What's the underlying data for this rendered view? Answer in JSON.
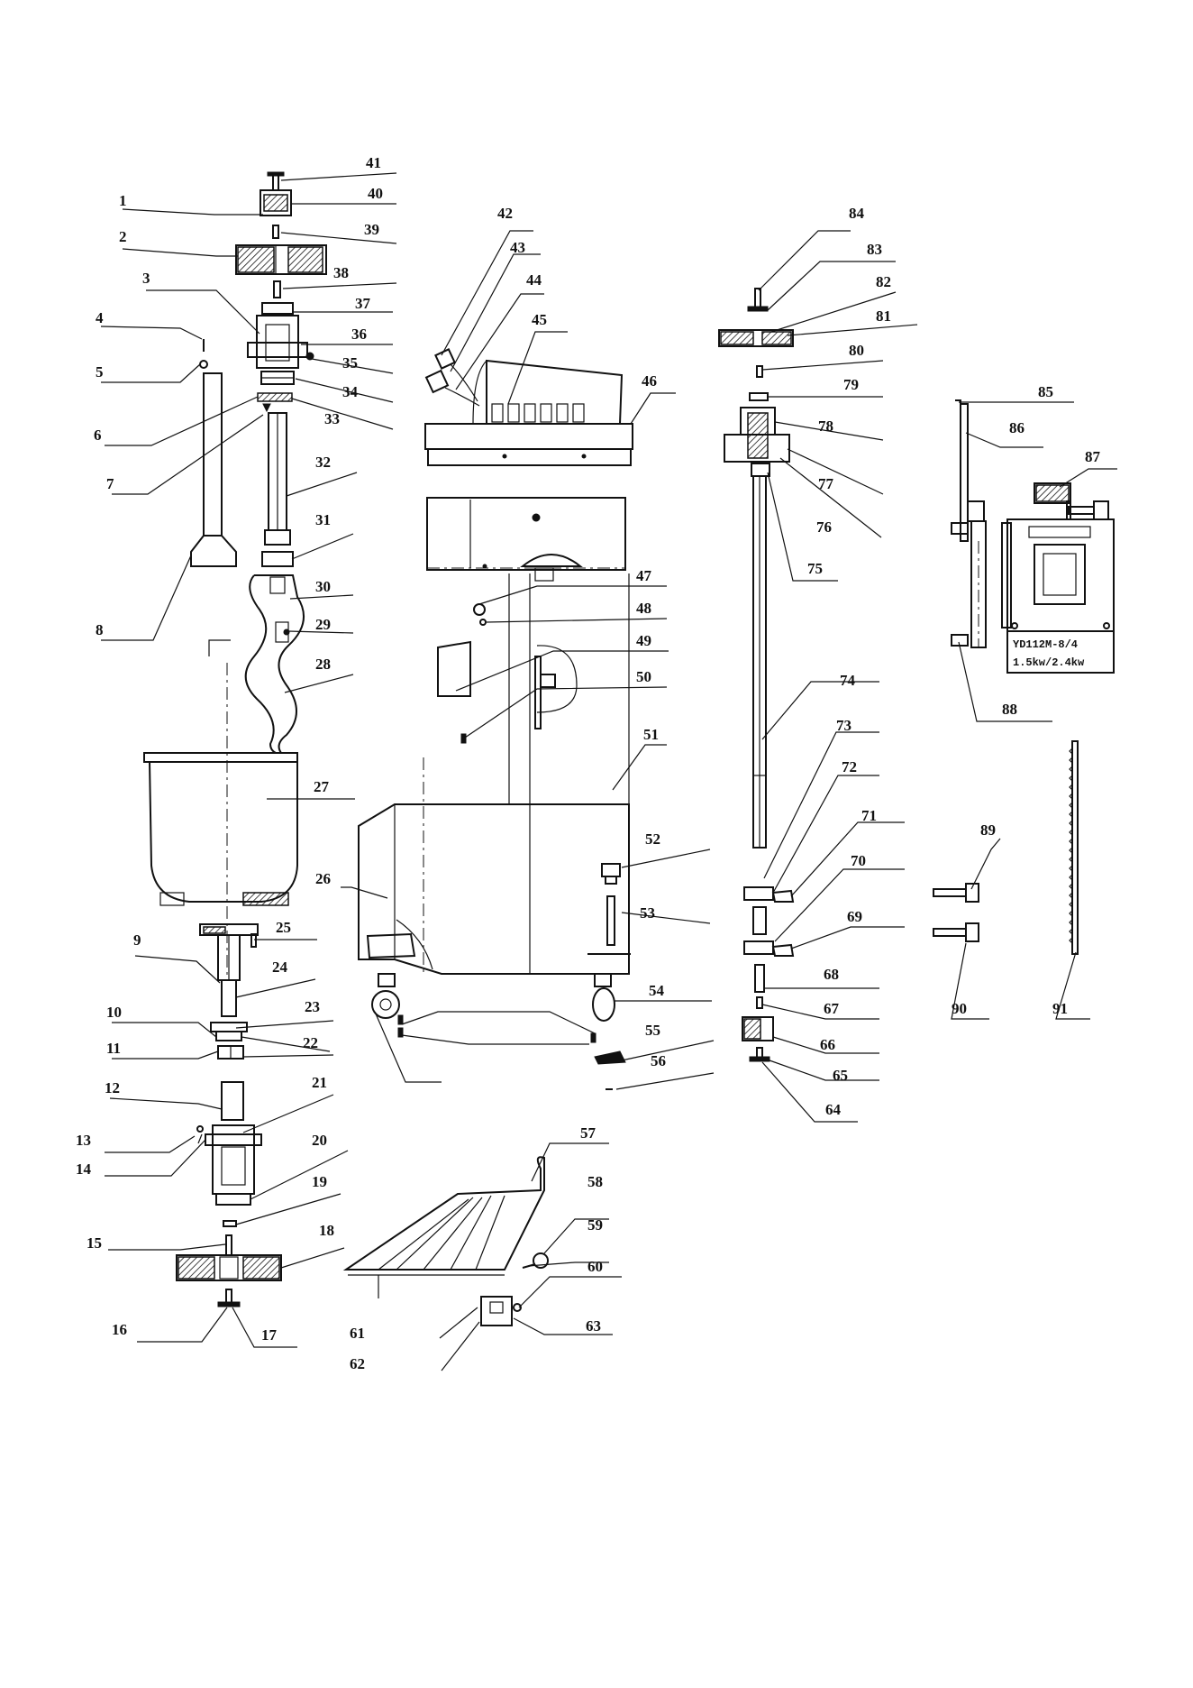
{
  "motor_plate": {
    "line1": "YD112M-8/4",
    "line2": "1.5kw/2.4kw"
  },
  "part_labels": [
    {
      "id": "1",
      "text": "1"
    },
    {
      "id": "2",
      "text": "2"
    },
    {
      "id": "3",
      "text": "3"
    },
    {
      "id": "4",
      "text": "4"
    },
    {
      "id": "5",
      "text": "5"
    },
    {
      "id": "6",
      "text": "6"
    },
    {
      "id": "7",
      "text": "7"
    },
    {
      "id": "8",
      "text": "8"
    },
    {
      "id": "9",
      "text": "9"
    },
    {
      "id": "10",
      "text": "10"
    },
    {
      "id": "11",
      "text": "11"
    },
    {
      "id": "12",
      "text": "12"
    },
    {
      "id": "13",
      "text": "13"
    },
    {
      "id": "14",
      "text": "14"
    },
    {
      "id": "15",
      "text": "15"
    },
    {
      "id": "16",
      "text": "16"
    },
    {
      "id": "17",
      "text": "17"
    },
    {
      "id": "18",
      "text": "18"
    },
    {
      "id": "19",
      "text": "19"
    },
    {
      "id": "20",
      "text": "20"
    },
    {
      "id": "21",
      "text": "21"
    },
    {
      "id": "22",
      "text": "22"
    },
    {
      "id": "23",
      "text": "23"
    },
    {
      "id": "24",
      "text": "24"
    },
    {
      "id": "25",
      "text": "25"
    },
    {
      "id": "26",
      "text": "26"
    },
    {
      "id": "27",
      "text": "27"
    },
    {
      "id": "28",
      "text": "28"
    },
    {
      "id": "29",
      "text": "29"
    },
    {
      "id": "30",
      "text": "30"
    },
    {
      "id": "31",
      "text": "31"
    },
    {
      "id": "32",
      "text": "32"
    },
    {
      "id": "33",
      "text": "33"
    },
    {
      "id": "34",
      "text": "34"
    },
    {
      "id": "35",
      "text": "35"
    },
    {
      "id": "36",
      "text": "36"
    },
    {
      "id": "37",
      "text": "37"
    },
    {
      "id": "38",
      "text": "38"
    },
    {
      "id": "39",
      "text": "39"
    },
    {
      "id": "40",
      "text": "40"
    },
    {
      "id": "41",
      "text": "41"
    },
    {
      "id": "42",
      "text": "42"
    },
    {
      "id": "43",
      "text": "43"
    },
    {
      "id": "44",
      "text": "44"
    },
    {
      "id": "45",
      "text": "45"
    },
    {
      "id": "46",
      "text": "46"
    },
    {
      "id": "47",
      "text": "47"
    },
    {
      "id": "48",
      "text": "48"
    },
    {
      "id": "49",
      "text": "49"
    },
    {
      "id": "50",
      "text": "50"
    },
    {
      "id": "51",
      "text": "51"
    },
    {
      "id": "52",
      "text": "52"
    },
    {
      "id": "53",
      "text": "53"
    },
    {
      "id": "54",
      "text": "54"
    },
    {
      "id": "55",
      "text": "55"
    },
    {
      "id": "56",
      "text": "56"
    },
    {
      "id": "57",
      "text": "57"
    },
    {
      "id": "58",
      "text": "58"
    },
    {
      "id": "59",
      "text": "59"
    },
    {
      "id": "60",
      "text": "60"
    },
    {
      "id": "61",
      "text": "61"
    },
    {
      "id": "62",
      "text": "62"
    },
    {
      "id": "63",
      "text": "63"
    },
    {
      "id": "64",
      "text": "64"
    },
    {
      "id": "65",
      "text": "65"
    },
    {
      "id": "66",
      "text": "66"
    },
    {
      "id": "67",
      "text": "67"
    },
    {
      "id": "68",
      "text": "68"
    },
    {
      "id": "69",
      "text": "69"
    },
    {
      "id": "70",
      "text": "70"
    },
    {
      "id": "71",
      "text": "71"
    },
    {
      "id": "72",
      "text": "72"
    },
    {
      "id": "73",
      "text": "73"
    },
    {
      "id": "74",
      "text": "74"
    },
    {
      "id": "75",
      "text": "75"
    },
    {
      "id": "76",
      "text": "76"
    },
    {
      "id": "77",
      "text": "77"
    },
    {
      "id": "78",
      "text": "78"
    },
    {
      "id": "79",
      "text": "79"
    },
    {
      "id": "80",
      "text": "80"
    },
    {
      "id": "81",
      "text": "81"
    },
    {
      "id": "82",
      "text": "82"
    },
    {
      "id": "83",
      "text": "83"
    },
    {
      "id": "84",
      "text": "84"
    },
    {
      "id": "85",
      "text": "85"
    },
    {
      "id": "86",
      "text": "86"
    },
    {
      "id": "87",
      "text": "87"
    },
    {
      "id": "88",
      "text": "88"
    },
    {
      "id": "89",
      "text": "89"
    },
    {
      "id": "90",
      "text": "90"
    },
    {
      "id": "91",
      "text": "91"
    }
  ]
}
